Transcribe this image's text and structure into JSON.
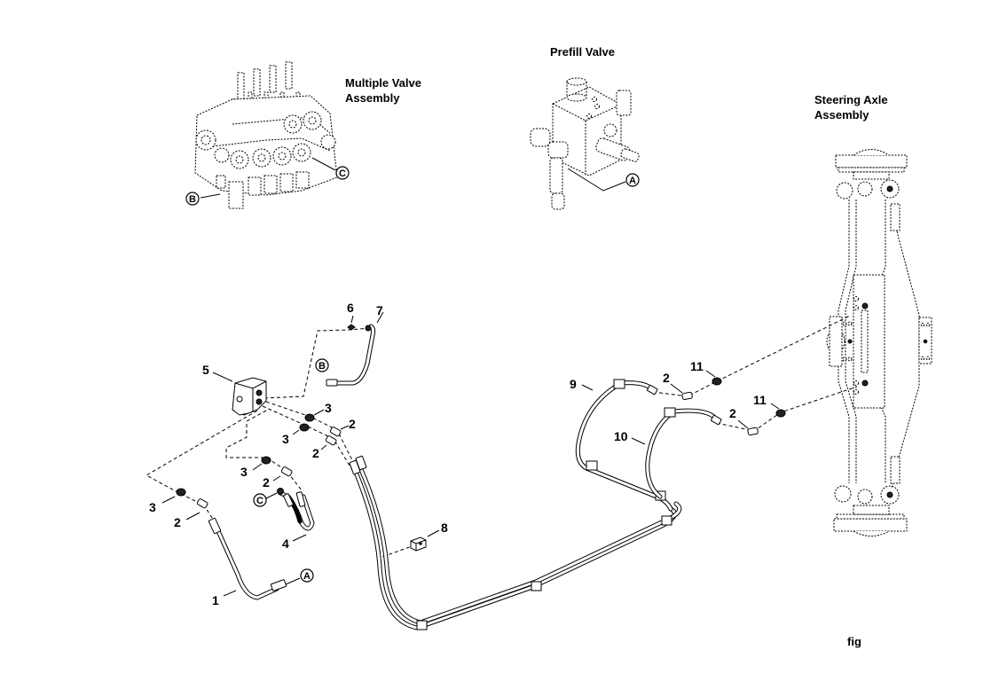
{
  "assemblies": {
    "multiple_valve": {
      "title_line1": "Multiple Valve",
      "title_line2": "Assembly"
    },
    "prefill_valve": {
      "title": "Prefill Valve"
    },
    "steering_axle": {
      "title_line1": "Steering Axle",
      "title_line2": "Assembly"
    }
  },
  "connection_refs": {
    "A": "A",
    "B": "B",
    "C": "C"
  },
  "callouts": {
    "c1": "1",
    "c2": "2",
    "c3": "3",
    "c4": "4",
    "c5": "5",
    "c6": "6",
    "c7": "7",
    "c8": "8",
    "c9": "9",
    "c10": "10",
    "c11": "11"
  },
  "caption": "fig"
}
